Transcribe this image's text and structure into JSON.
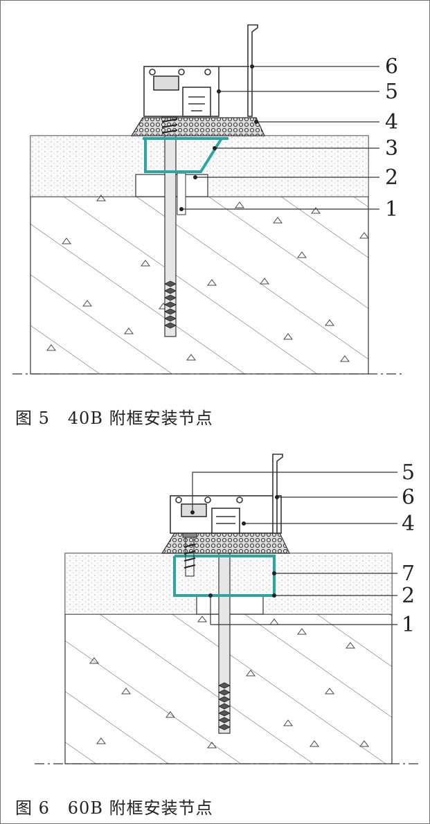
{
  "figure5": {
    "caption": "图 5   40B 附框安装节点",
    "callouts": [
      "6",
      "5",
      "4",
      "3",
      "2",
      "1"
    ]
  },
  "figure6": {
    "caption": "图 6   60B 附框安装节点",
    "callouts": [
      "5",
      "6",
      "4",
      "7",
      "2",
      "1"
    ]
  },
  "colors": {
    "line": "#333333",
    "frame": "#2aa5a0",
    "concrete": "#f2f2f2",
    "border": "#6f6f6f"
  }
}
